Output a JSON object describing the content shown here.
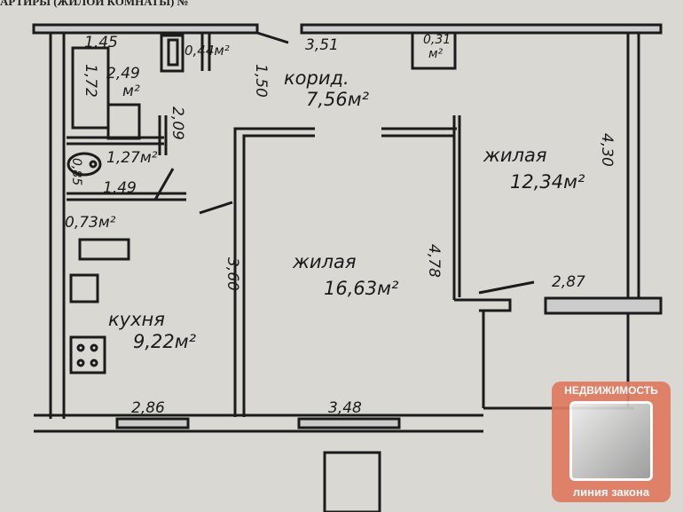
{
  "header": {
    "left": "АРТИРЫ (ЖИЛОЙ КОМНАТЫ) №",
    "right": "..."
  },
  "dims": {
    "d145": "1,45",
    "d249": "2,49",
    "m2": "м²",
    "d172": "1,72",
    "d044": "0,44м²",
    "d150": "1,50",
    "d351": "3,51",
    "d031": "0,31",
    "m2b": "м²",
    "d209": "2,09",
    "d127": "1,27м²",
    "d085": "0,85",
    "d149": "1,49",
    "d073": "0,73м²",
    "d430": "4,30",
    "d478": "4,78",
    "d360": "3,60",
    "d287": "2,87",
    "d286": "2,86",
    "d348": "3,48"
  },
  "rooms": {
    "corridor": {
      "name": "корид.",
      "area": "7,56м²"
    },
    "living_small": {
      "name": "жилая",
      "area": "12,34м²"
    },
    "living_big": {
      "name": "жилая",
      "area": "16,63м²"
    },
    "kitchen": {
      "name": "кухня",
      "area": "9,22м²"
    }
  },
  "watermark": {
    "top": "НЕДВИЖИМОСТЬ",
    "bottom": "линия закона",
    "color": "#e07a5f"
  }
}
